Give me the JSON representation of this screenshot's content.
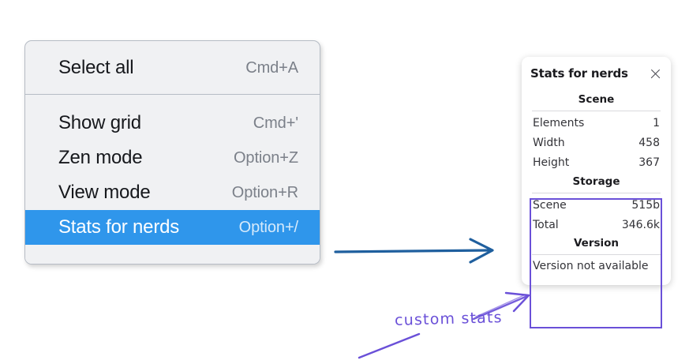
{
  "colors": {
    "menu_background": "#f0f1f3",
    "menu_border": "#b6bcc5",
    "menu_highlight": "#2f96eb",
    "menu_label": "#16181c",
    "menu_shortcut": "#7b8089",
    "panel_background": "#ffffff",
    "annotation_purple": "#6a50d8",
    "annotation_blue": "#1f5f9e",
    "highlight_border": "#6a50d8"
  },
  "context_menu": {
    "name": "canvas-context-menu",
    "groups": [
      {
        "items": [
          {
            "label": "Select all",
            "shortcut": "Cmd+A",
            "selected": false,
            "name": "menu-item-select-all"
          }
        ]
      },
      {
        "items": [
          {
            "label": "Show grid",
            "shortcut": "Cmd+'",
            "selected": false,
            "name": "menu-item-show-grid"
          },
          {
            "label": "Zen mode",
            "shortcut": "Option+Z",
            "selected": false,
            "name": "menu-item-zen-mode"
          },
          {
            "label": "View mode",
            "shortcut": "Option+R",
            "selected": false,
            "name": "menu-item-view-mode"
          },
          {
            "label": "Stats for nerds",
            "shortcut": "Option+/",
            "selected": true,
            "name": "menu-item-stats-for-nerds"
          }
        ]
      }
    ]
  },
  "stats_panel": {
    "title": "Stats for nerds",
    "close_icon": "close-icon",
    "sections": [
      {
        "heading": "Scene",
        "rows": [
          {
            "label": "Elements",
            "value": "1"
          },
          {
            "label": "Width",
            "value": "458"
          },
          {
            "label": "Height",
            "value": "367"
          }
        ]
      },
      {
        "heading": "Storage",
        "rows": [
          {
            "label": "Scene",
            "value": "515b"
          },
          {
            "label": "Total",
            "value": "346.6k"
          }
        ]
      },
      {
        "heading": "Version",
        "text": "Version not available"
      }
    ]
  },
  "annotations": {
    "custom_stats_label": "custom stats",
    "blue_arrow": "arrow-from-menu-to-panel",
    "purple_arrow": "arrow-from-label-to-highlight",
    "purple_underline": "underline-stroke"
  }
}
